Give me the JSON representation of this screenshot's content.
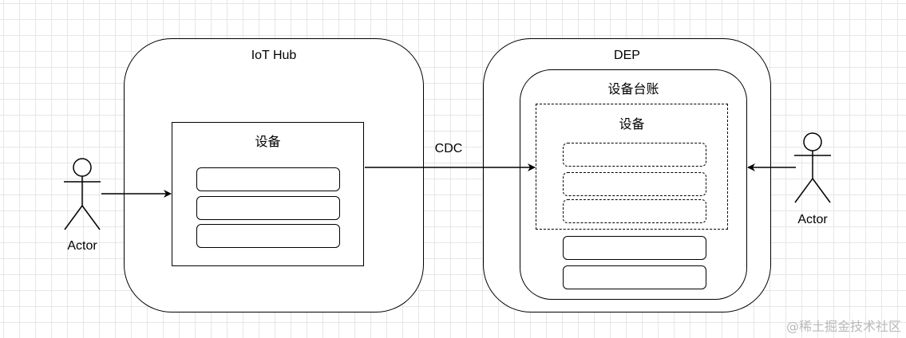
{
  "iot_hub": {
    "title": "IoT Hub",
    "device_group": {
      "title": "设备",
      "slot_count": 3
    }
  },
  "dep": {
    "title": "DEP",
    "ledger": {
      "title": "设备台账",
      "device_group": {
        "title": "设备",
        "slot_count": 3
      },
      "slot_count": 2
    }
  },
  "connector": {
    "label": "CDC"
  },
  "actors": [
    {
      "label": "Actor"
    },
    {
      "label": "Actor"
    }
  ],
  "watermark": "@稀土掘金技术社区"
}
